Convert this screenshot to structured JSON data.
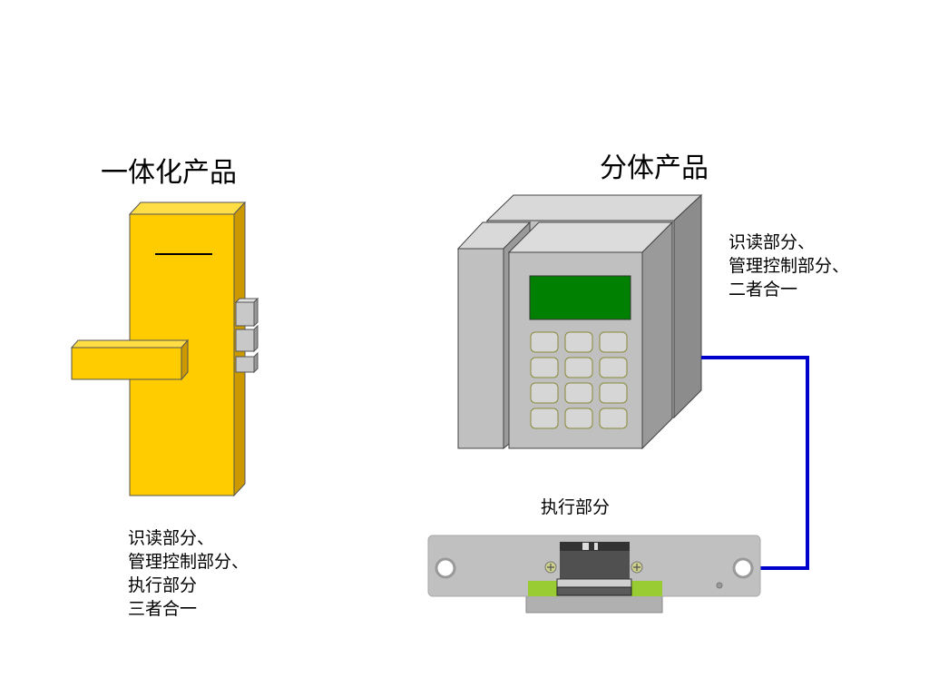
{
  "integrated": {
    "title": "一体化产品",
    "desc": [
      "识读部分、",
      "管理控制部分、",
      "执行部分",
      "三者合一"
    ]
  },
  "split": {
    "title": "分体产品",
    "reader_desc": [
      "识读部分、",
      "管理控制部分、",
      "二者合一"
    ],
    "actuator_label": "执行部分"
  },
  "colors": {
    "lock_body": "#ffcc00",
    "device_gray": "#c0c0c0",
    "display": "#008000",
    "cable": "#0000cc",
    "strike_plate": "#c0c0c0",
    "strike_accent": "#99cc33"
  }
}
